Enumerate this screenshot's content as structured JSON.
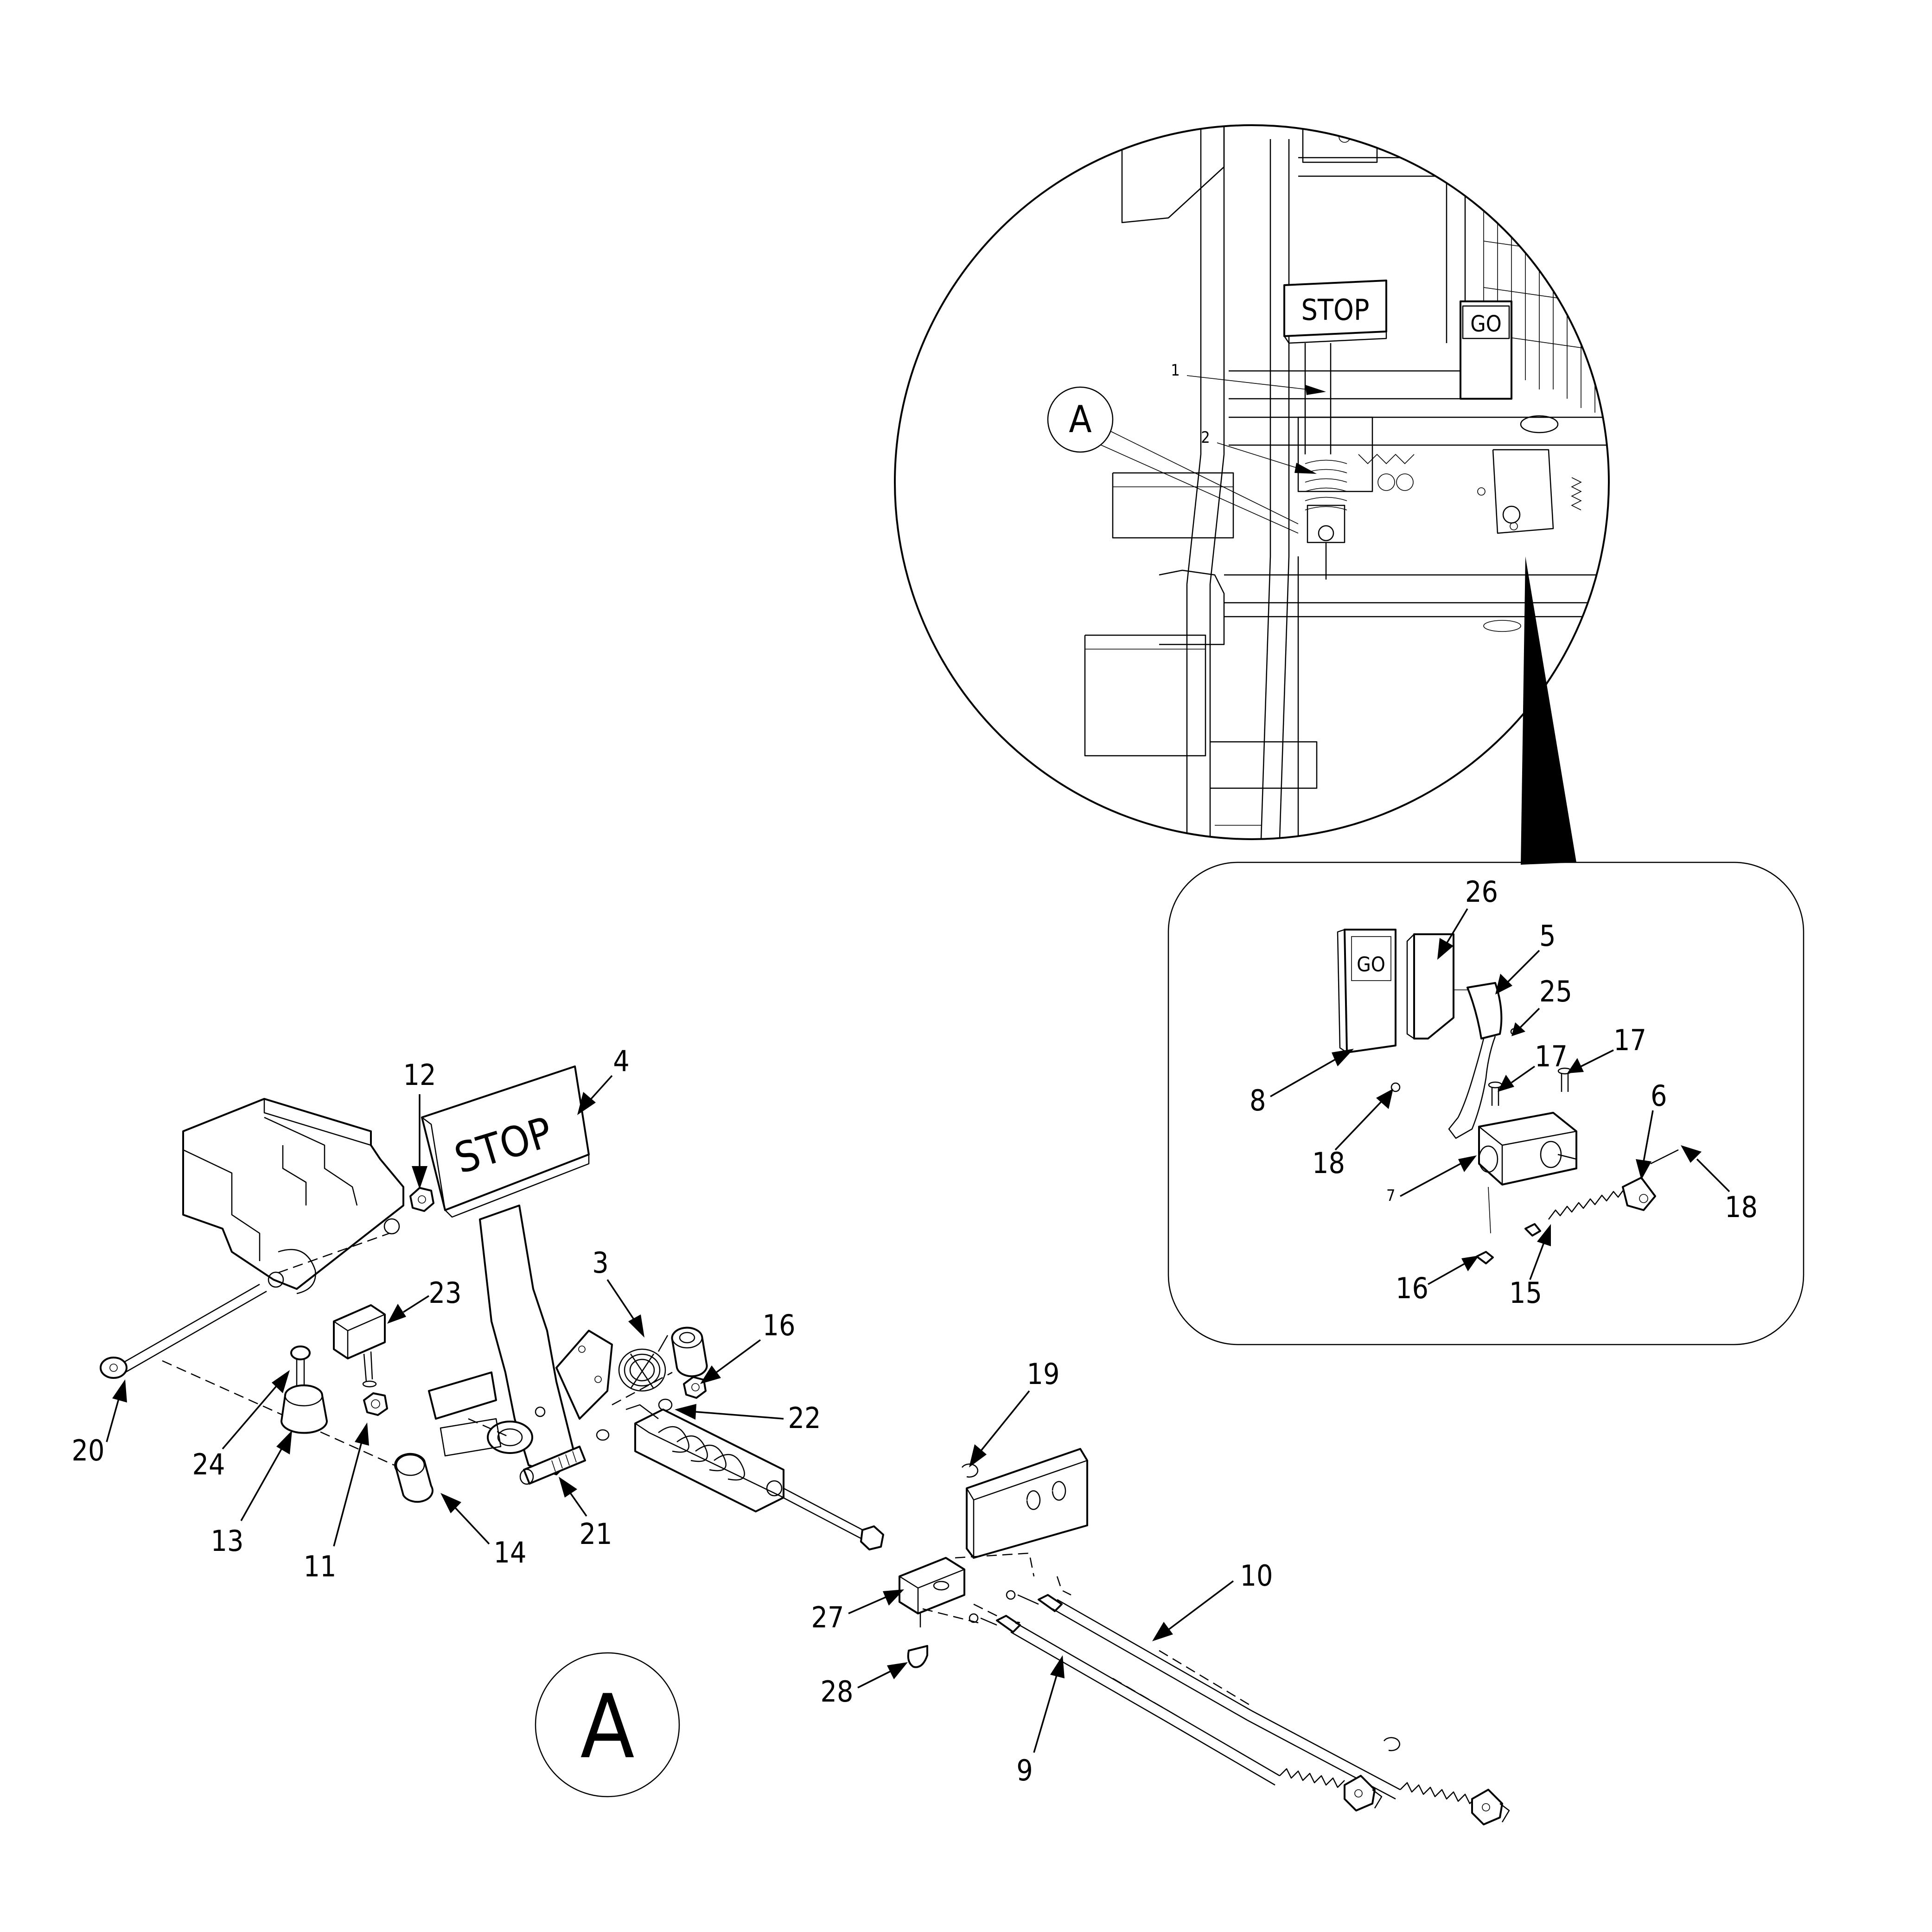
{
  "diagram": {
    "view_label": "A",
    "signs": {
      "stop": "STOP",
      "go": "GO"
    },
    "overview_callouts": [
      "1",
      "2"
    ],
    "callouts": {
      "c3": "3",
      "c4": "4",
      "c5": "5",
      "c6": "6",
      "c7": "7",
      "c8": "8",
      "c9": "9",
      "c10": "10",
      "c11": "11",
      "c12": "12",
      "c13": "13",
      "c14": "14",
      "c15": "15",
      "c16a": "16",
      "c16b": "16",
      "c17a": "17",
      "c17b": "17",
      "c18a": "18",
      "c18b": "18",
      "c19": "19",
      "c20": "20",
      "c21": "21",
      "c22": "22",
      "c23": "23",
      "c24": "24",
      "c25": "25",
      "c26": "26",
      "c27": "27",
      "c28": "28"
    }
  }
}
